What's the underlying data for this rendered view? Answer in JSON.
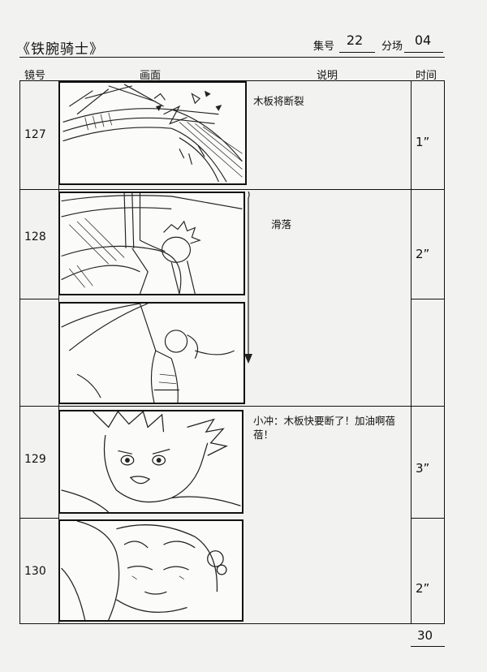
{
  "header": {
    "title": "《铁腕骑士》",
    "episode_label": "集号",
    "episode_value": "22",
    "scene_label": "分场",
    "scene_value": "04"
  },
  "columns": {
    "shot": "镜号",
    "frame": "画面",
    "description": "说明",
    "time": "时间"
  },
  "rows": [
    {
      "shot": "127",
      "description": "木板将断裂",
      "duration": "1”"
    },
    {
      "shot": "128",
      "description": "滑落",
      "duration": "2”"
    },
    {
      "shot": "",
      "description": "",
      "duration": ""
    },
    {
      "shot": "129",
      "description": "小冲：木板快要断了！加油啊蓓蓓！",
      "duration": "3”"
    },
    {
      "shot": "130",
      "description": "",
      "duration": "2”"
    }
  ],
  "page_number": "30"
}
